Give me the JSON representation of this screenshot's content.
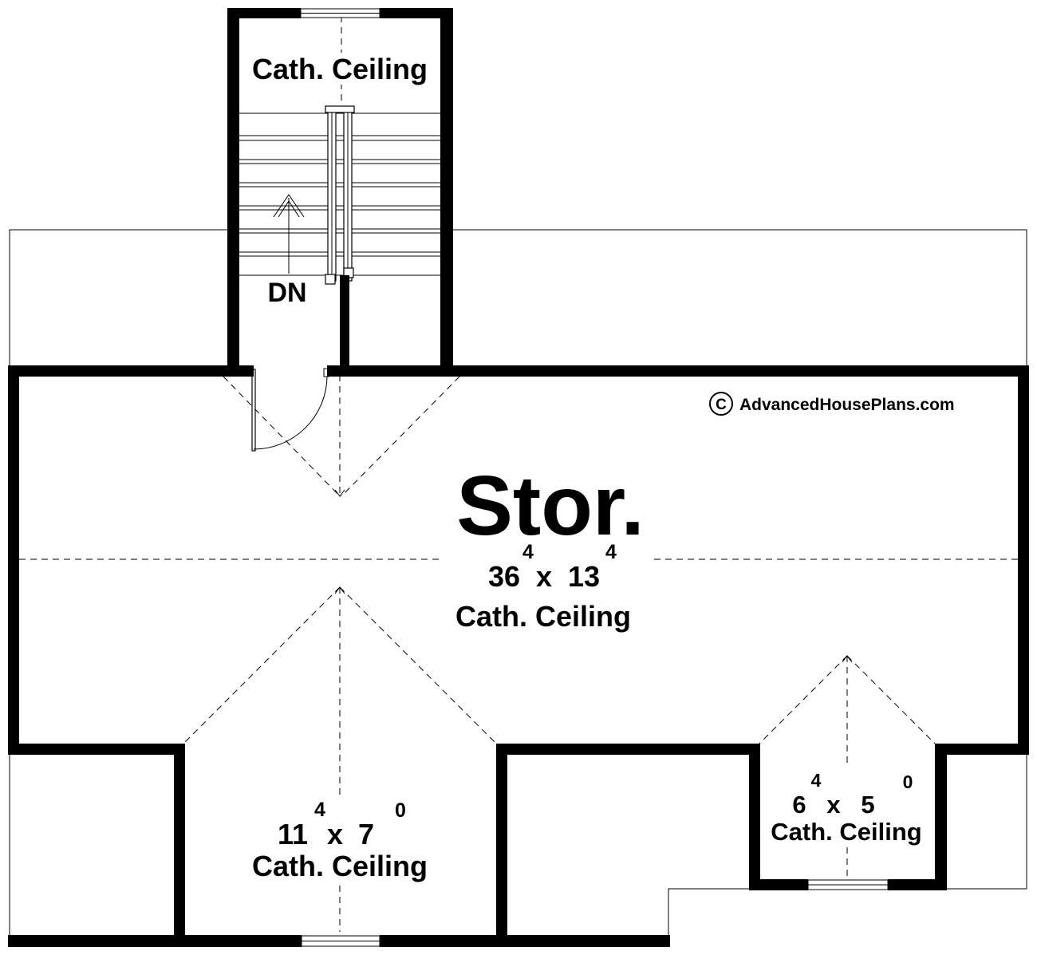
{
  "rooms": {
    "stair": {
      "ceiling": "Cath. Ceiling",
      "direction": "DN"
    },
    "storage": {
      "name": "Stor.",
      "dim_w": "36",
      "dim_w_inches": "4",
      "dim_times": "x",
      "dim_l": "13",
      "dim_l_inches": "4",
      "ceiling": "Cath. Ceiling"
    },
    "dormer_left": {
      "dim_w": "11",
      "dim_w_inches": "4",
      "dim_times": "x",
      "dim_l": "7",
      "dim_l_inches": "0",
      "ceiling": "Cath. Ceiling"
    },
    "dormer_right": {
      "dim_w": "6",
      "dim_w_inches": "4",
      "dim_times": "x",
      "dim_l": "5",
      "dim_l_inches": "0",
      "ceiling": "Cath. Ceiling"
    }
  },
  "copyright": {
    "symbol": "C",
    "text": "AdvancedHousePlans.com"
  }
}
